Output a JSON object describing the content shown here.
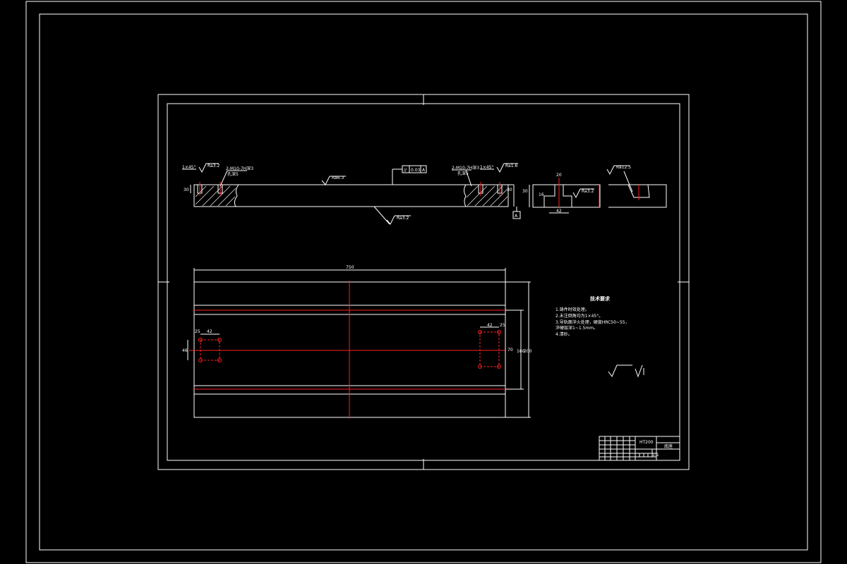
{
  "colors": {
    "background": "#000000",
    "lines": "#ffffff",
    "centerlines": "#ff2020"
  },
  "front_view": {
    "left_chamfer": "1×45°",
    "left_roughness": "Ra3.2",
    "left_thread": "2-M10-7H深3",
    "left_thread_sub": "孔深5",
    "top_roughness": "Ra6.3",
    "tolerance_symbol": "//",
    "tolerance_value": "0.03",
    "tolerance_datum": "A",
    "right_thread": "2-M10-7H深3",
    "right_thread_sub": "孔深5",
    "right_chamfer": "1×45°",
    "right_roughness": "Ra1.6",
    "bottom_roughness": "Ra3.2",
    "datum_label": "A",
    "height_dim_left": "30",
    "height_dim_right": "30"
  },
  "section_view": {
    "width_dim": "42",
    "height_dim": "30",
    "slot_dim": "16",
    "slot_width_dim": "20",
    "roughness": "Ra3.2"
  },
  "detail_view": {
    "roughness": "Ra12.5"
  },
  "plan_view": {
    "length_dim": "750",
    "left_w": "42",
    "left_small": "25",
    "left_h": "46",
    "right_w": "42",
    "right_small": "25",
    "right_h": "70",
    "inner_height": "160",
    "overall_height": "200"
  },
  "notes": {
    "title": "技术要求",
    "items": [
      "1.铸件时效处理。",
      "2.未注倒角均为1×45°。",
      "3.导轨面淬火处理，硬度HRC50~55，",
      "淬硬层深1~1.5mm。",
      "4.清砂。"
    ]
  },
  "title_block": {
    "material": "HT200",
    "part_name": "底座",
    "scale": "1:1"
  }
}
